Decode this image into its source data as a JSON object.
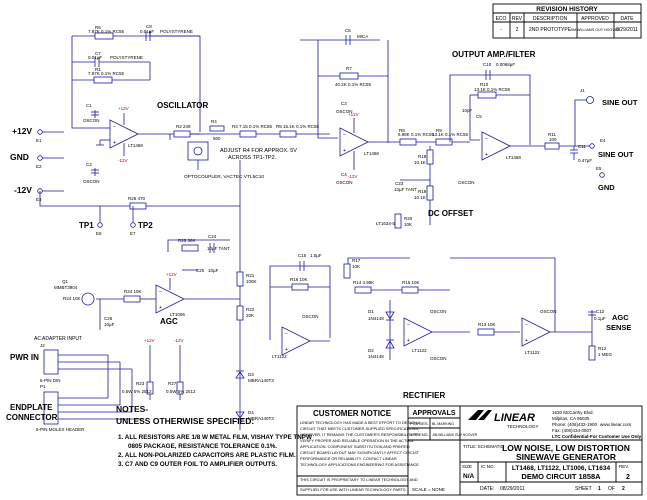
{
  "revision_history": {
    "title": "REVISION HISTORY",
    "headers": [
      "ECO",
      "REV",
      "DESCRIPTION",
      "APPROVED",
      "DATE"
    ],
    "row": [
      "-",
      "2",
      "2ND PROTOTYPE",
      "JIM WILLIAMS GUY HOOVER",
      "8/29/2011"
    ]
  },
  "sections": {
    "oscillator": "OSCILLATOR",
    "output_amp": "OUTPUT AMP./FILTER",
    "dc_offset": "DC OFFSET",
    "agc": "AGC",
    "agc_sense": "AGC SENSE",
    "rectifier": "RECTIFIER",
    "pwr_in": "PWR IN",
    "endplate": "ENDPLATE CONNECTOR",
    "ac_adapter": "AC ADAPTER INPUT"
  },
  "terminals": {
    "plus12": "+12V",
    "gnd": "GND",
    "minus12": "-12V",
    "e1": "E1",
    "e2": "E2",
    "e3": "E3",
    "tp1": "TP1",
    "tp2": "TP2",
    "e6": "E6",
    "e7": "E7",
    "sine_out_1": "SINE OUT",
    "sine_out_2": "SINE OUT",
    "gnd_out": "GND",
    "e4": "E4",
    "e5": "E5",
    "j1": "J1"
  },
  "annotations": {
    "adjust_1": "ADJUST R4 FOR APPROX. 5V",
    "adjust_2": "ACROSS TP1-TP2.",
    "optocoupler": "OPTOCOUPLER, VACTEC VTL5C10",
    "polystyrene_1": "POLYSTYRENE",
    "polystyrene_2": "POLYSTYRENE",
    "mica": "MICA"
  },
  "components": {
    "r6": "R6",
    "r6v": "7.87K 0.1% RC55",
    "c8": "C8",
    "c8v": "0.01µF",
    "c7": "C7",
    "c7v": "0.01µF",
    "r1": "R1",
    "r1v": "7.87K 0.1% RC55",
    "r2": "R2",
    "r2v": "249",
    "r3": "R3",
    "r3v": "7.15 0.1% RC55",
    "r4": "R4",
    "r4v": "500",
    "r5": "R5",
    "r5v": "15.1K 0.1% RC55",
    "r7": "R7",
    "r7v": "40.2K 0.1% RC55",
    "c6": "C6",
    "c6v": "5pF",
    "r8": "R8",
    "r8v": "6.98K 0.1% RC55",
    "r9": "R9",
    "r9v": "13.1K 0.1% RC55",
    "c10": "C10",
    "c10v": "0.0068µF",
    "c5": "C5",
    "c5v": "10pF",
    "r10": "R10",
    "r10v": "13.1K 0.1% RC55",
    "r11": "R11",
    "r11v": "100",
    "c11": "C11",
    "c11v": "0.47µF",
    "r18": "R18",
    "r18v": "10.1K",
    "r19": "R19",
    "r19v": "10.1K",
    "r20": "R20",
    "r20v": "10K",
    "c23": "C23",
    "c23v": "10µF TANT",
    "c24": "C24",
    "c24v": "1µF",
    "r26": "R26",
    "r26v": "470",
    "r25": "R25",
    "r25v": "36K",
    "c20": "C20",
    "c20v": "10µF",
    "r24": "R24",
    "r24v": "10K",
    "q1": "Q1",
    "q1v": "MMBT3904",
    "c26": "C26",
    "c26v": "10µF",
    "r21": "R21",
    "r21v": "100K",
    "r22": "R22",
    "r22v": "20K",
    "c15": "C15",
    "c15v": "1.0µF",
    "r16": "R16",
    "r16v": "10K",
    "r17": "R17",
    "r17v": "10K",
    "r14": "R14",
    "r14v": "4.99K",
    "r15": "R15",
    "r15v": "10K",
    "d1": "D1",
    "d1v": "1N4148",
    "d2": "D2",
    "d2v": "1N4148",
    "r13": "R13",
    "r13v": "10K",
    "c12": "C12",
    "c12v": "0.1µF",
    "r12": "R12",
    "r12v": "1 MEG",
    "d3": "D3",
    "d3v": "MBRA140T3",
    "d4": "D4",
    "d4v": "MBRA140T3",
    "r23": "R23",
    "r23v": "0.5W 5% 2512",
    "r27": "R27",
    "r27v": "0.5W 5% 2512",
    "u1": "LT1468",
    "u2": "LT1468",
    "u3": "LT1468",
    "u4": "LT1006",
    "u5": "LT1122",
    "u6": "LT1122",
    "u7": "LT1122",
    "u8": "LT1634-5",
    "p1": "P1",
    "p1v": "5-PIN MOLEX HEADER",
    "j2": "J2",
    "j2v": "6-PIN DIN",
    "oscon": "OSCON"
  },
  "rails": {
    "pos": "+12V",
    "neg": "-12V"
  },
  "notes": {
    "title": "NOTES-",
    "subtitle": "UNLESS OTHERWISE SPECIFIED:",
    "items": [
      "1. ALL RESISTORS ARE 1/8 W METAL FILM, VISHAY TYPE TNPW",
      "0805 PACKAGE, RESISTANCE TOLERANCE 0.1%.",
      "2. ALL NON-POLARIZED CAPACITORS ARE PLASTIC FILM.",
      "3. C7 AND C9 OUTER FOIL TO AMPLIFIER OUTPUTS."
    ]
  },
  "customer_notice": {
    "title": "CUSTOMER NOTICE",
    "body": [
      "LINEAR TECHNOLOGY HAS MADE A BEST EFFORT TO DESIGN A",
      "CIRCUIT THAT MEETS CUSTOMER-SUPPLIED SPECIFICATIONS;",
      "HOWEVER, IT REMAINS THE CUSTOMER'S RESPONSIBILITY TO",
      "VERIFY PROPER AND RELIABLE OPERATION IN THE ACTUAL",
      "APPLICATION. COMPONENT SUBSTITUTION AND PRINTED",
      "CIRCUIT BOARD LAYOUT MAY SIGNIFICANTLY AFFECT CIRCUIT",
      "PERFORMANCE OR RELIABILITY. CONTACT LINEAR",
      "TECHNOLOGY APPLICATIONS ENGINEERING FOR ASSISTANCE."
    ],
    "proprietary": [
      "THIS CIRCUIT IS PROPRIETARY TO LINEAR TECHNOLOGY AND",
      "SUPPLIED FOR USE WITH LINEAR TECHNOLOGY PARTS."
    ],
    "scale": "SCALE = NONE"
  },
  "approvals": {
    "title": "APPROVALS",
    "pcb_des": "PCB DES.",
    "pcb_des_v": "BL MARKING",
    "app_eng": "APP ENG.",
    "app_eng_v": "JIM WILLIAMS GUY HOOVER"
  },
  "company": {
    "logo": "LINEAR",
    "logo_sub": "TECHNOLOGY",
    "address": [
      "1630 McCarthy Blvd.",
      "Milpitas, CA 95035",
      "Phone: (408)432-1900",
      "Fax: (408)434-0507"
    ],
    "web": "www.linear.com",
    "confidential": "LTC Confidential-For Customer Use Only"
  },
  "title_block": {
    "title_label": "TITLE: SCHEMATIC",
    "title_line1": "LOW NOISE, LOW DISTORTION",
    "title_line2": "SINEWAVE GENERATOR",
    "size_label": "SIZE",
    "size": "N/A",
    "icno_label": "IC NO.",
    "parts": "LT1468, LT1122, LT1006, LT1634",
    "demo": "DEMO CIRCUIT 1858A",
    "rev_label": "REV.",
    "rev": "2",
    "date_label": "DATE:",
    "date": "08/29/2011",
    "sheet": "SHEET",
    "sheet_num": "1",
    "of": "OF",
    "sheet_total": "2"
  }
}
